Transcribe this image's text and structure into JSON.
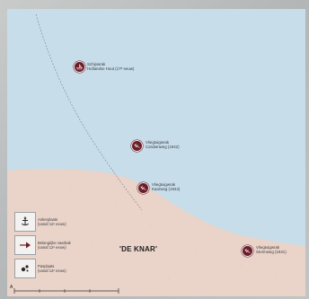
{
  "colors": {
    "sea": "#c7dde9",
    "land": "#ead3c8",
    "marker": "#6a1e2a"
  },
  "route_label": "",
  "place_name": "'DE KNAR'",
  "north": "A",
  "wrecks": [
    {
      "icon": "ship-icon",
      "line1": "Schipwrak",
      "line2": "Hollandse Hout (17ᵉ eeuw)"
    },
    {
      "icon": "airplane-icon",
      "line1": "Vliegtuigwrak",
      "line2": "Cardamweg (1942)"
    },
    {
      "icon": "airplane-icon",
      "line1": "Vliegtuigwrak",
      "line2": "Kaarweg (1944)"
    },
    {
      "icon": "airplane-icon",
      "line1": "Vliegtuigwrak",
      "line2": "Stormweg (1941)"
    }
  ],
  "legend": [
    {
      "icon": "anchor-icon",
      "line1": "Ankerplaats",
      "line2": "(vanaf 12ᵉ eeuw)"
    },
    {
      "icon": "arrow-icon",
      "line1": "Belangrijke vaarbak",
      "line2": "(vanaf 12ᵉ eeuw)"
    },
    {
      "icon": "drop-icon",
      "line1": "Pasplaats",
      "line2": "(vanaf 12ᵉ eeuw)"
    }
  ]
}
